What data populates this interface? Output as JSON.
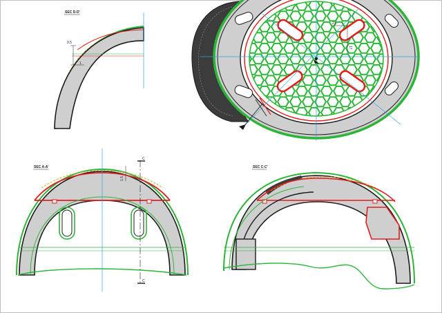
{
  "sheet": {
    "colors": {
      "outline": "#1a1a1a",
      "fill": "#cfcfcf",
      "shell_green": "#2bb537",
      "red": "#e21d1d",
      "centerline": "#2aa4de",
      "dark_pad": "#3c3c3c",
      "hatch": "#e0a21c"
    },
    "views": {
      "section_d": {
        "label": "SEC D-D'",
        "dims": [
          "0.5",
          "1"
        ]
      },
      "top": {
        "dims": [
          "21",
          "17"
        ]
      },
      "section_a": {
        "label": "SEC A-A'",
        "dims": [
          "1.5"
        ],
        "cut_marks": [
          "C",
          "C"
        ]
      },
      "section_c": {
        "label": "SEC C-C'"
      }
    }
  }
}
